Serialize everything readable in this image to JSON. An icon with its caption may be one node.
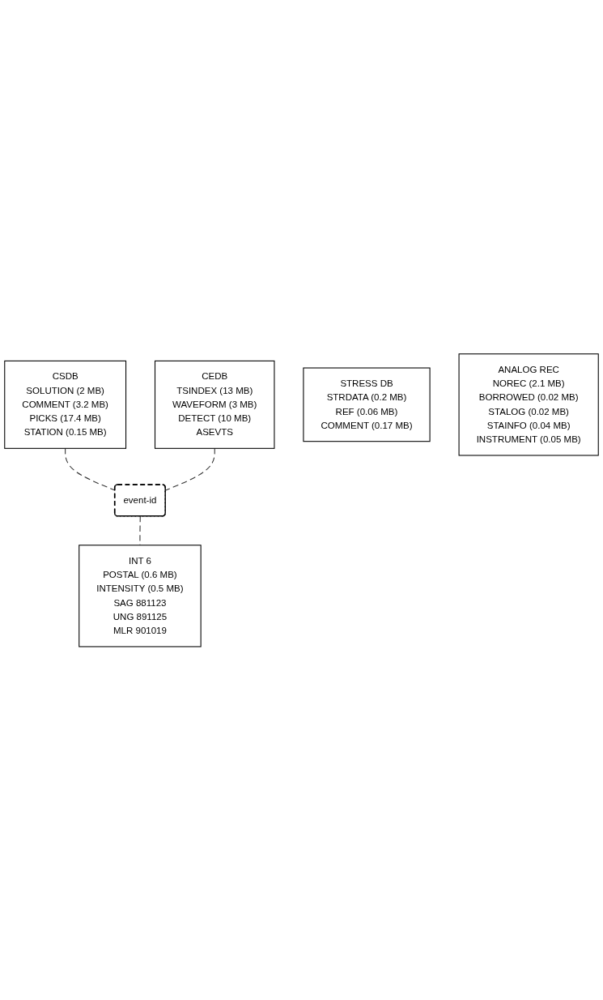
{
  "diagram": {
    "nodes": [
      {
        "text": [
          "CSDB",
          "SOLUTION (2 MB)",
          "COMMENT (3.2 MB)",
          "PICKS (17.4 MB)",
          "STATION (0.15 MB)"
        ]
      },
      {
        "text": [
          "CEDB",
          "TSINDEX (13 MB)",
          "WAVEFORM (3 MB)",
          "DETECT (10 MB)",
          "ASEVTS"
        ]
      },
      {
        "text": [
          "event-id"
        ]
      },
      {
        "text": [
          "INT 6",
          "POSTAL (0.6 MB)",
          "INTENSITY (0.5 MB)",
          "SAG 881123",
          "UNG 891125",
          "MLR 901019"
        ]
      },
      {
        "text": [
          "STRESS DB",
          "STRDATA (0.2 MB)",
          "REF (0.06 MB)",
          "COMMENT (0.17 MB)"
        ]
      },
      {
        "text": [
          "ANALOG REC",
          "NOREC (2.1 MB)",
          "BORROWED (0.02 MB)",
          "STALOG (0.02 MB)",
          "STAINFO (0.04 MB)",
          "INSTRUMENT (0.05 MB)"
        ]
      }
    ],
    "edges": [
      {
        "from": 0,
        "to": 2,
        "arrow": "none",
        "style": "dashed"
      },
      {
        "from": 1,
        "to": 2,
        "arrow": "none",
        "style": "dashed"
      },
      {
        "from": 2,
        "to": 3,
        "arrow": "none",
        "style": "dashed"
      }
    ]
  }
}
